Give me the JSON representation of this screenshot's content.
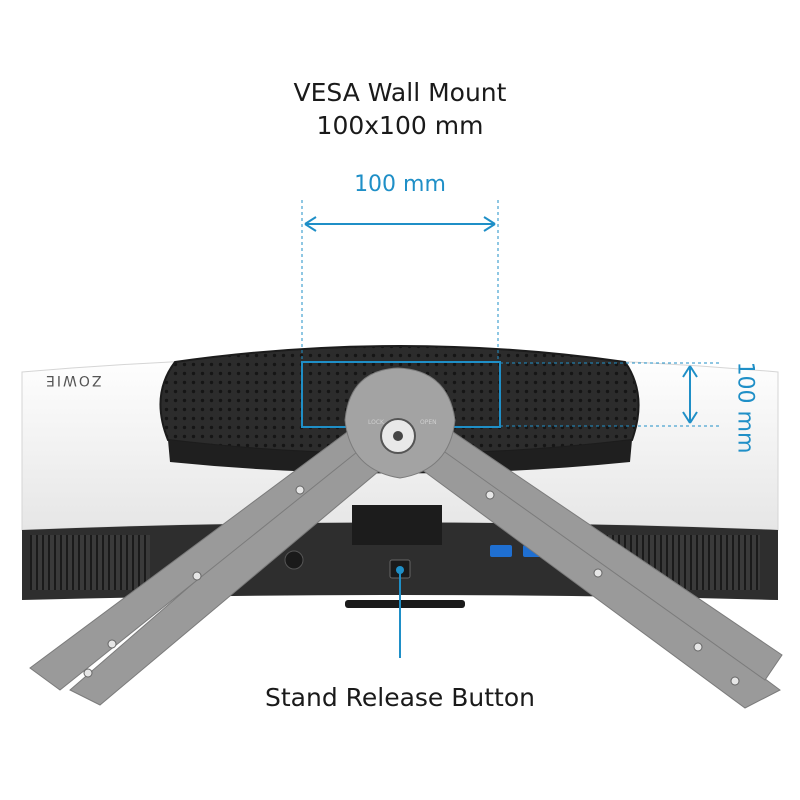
{
  "header": {
    "title_line1": "VESA Wall Mount",
    "title_line2": "100x100 mm"
  },
  "dimensions": {
    "horizontal_label": "100 mm",
    "vertical_label": "100 mm"
  },
  "monitor": {
    "brand_text": "ZOWIE",
    "lock_label": "LOCK",
    "open_label": "OPEN"
  },
  "callout": {
    "label": "Stand Release Button"
  },
  "colors": {
    "accent": "#1f8fc7",
    "monitor_body": "#f2f2f2",
    "vesa_pad": "#2b2b2b",
    "stand": "#9a9a9a"
  }
}
